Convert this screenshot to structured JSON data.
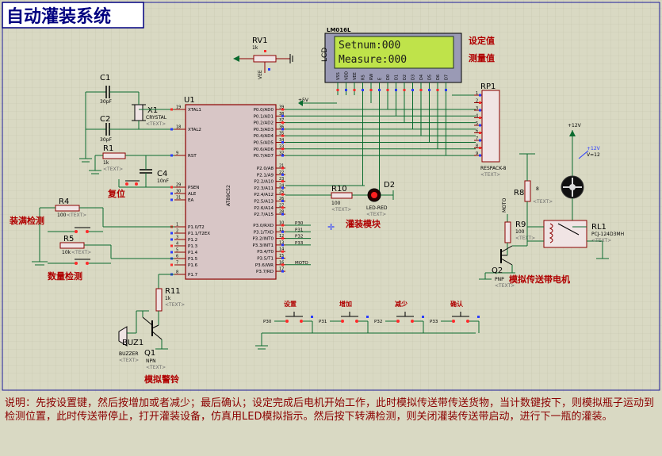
{
  "title": "自动灌装系统",
  "lcd": {
    "ref": "LCD",
    "model": "LM016L",
    "line1": "Setnum:000",
    "line2": "Measure:000",
    "pins": [
      "VSS",
      "VDD",
      "VEE",
      "RS",
      "RW",
      "E",
      "D0",
      "D1",
      "D2",
      "D3",
      "D4",
      "D5",
      "D6",
      "D7"
    ],
    "label_setpoint": "设定值",
    "label_measure": "测量值"
  },
  "rv1": {
    "ref": "RV1",
    "value": "1k",
    "net": "VEE"
  },
  "u1": {
    "ref": "U1",
    "model": "AT89C52",
    "left_pins": [
      {
        "num": "19",
        "name": "XTAL1"
      },
      {
        "num": "18",
        "name": "XTAL2"
      },
      {
        "num": "9",
        "name": "RST"
      },
      {
        "num": "29",
        "name": "PSEN"
      },
      {
        "num": "30",
        "name": "ALE"
      },
      {
        "num": "31",
        "name": "EA"
      },
      {
        "num": "1",
        "name": "P1.0/T2"
      },
      {
        "num": "2",
        "name": "P1.1/T2EX"
      },
      {
        "num": "3",
        "name": "P1.2"
      },
      {
        "num": "4",
        "name": "P1.3"
      },
      {
        "num": "5",
        "name": "P1.4"
      },
      {
        "num": "6",
        "name": "P1.5"
      },
      {
        "num": "7",
        "name": "P1.6"
      },
      {
        "num": "8",
        "name": "P1.7"
      }
    ],
    "right_pins": [
      {
        "num": "39",
        "name": "P0.0/AD0"
      },
      {
        "num": "38",
        "name": "P0.1/AD1"
      },
      {
        "num": "37",
        "name": "P0.2/AD2"
      },
      {
        "num": "36",
        "name": "P0.3/AD3"
      },
      {
        "num": "35",
        "name": "P0.4/AD4"
      },
      {
        "num": "34",
        "name": "P0.5/AD5"
      },
      {
        "num": "33",
        "name": "P0.6/AD6"
      },
      {
        "num": "32",
        "name": "P0.7/AD7"
      },
      {
        "num": "21",
        "name": "P2.0/A8"
      },
      {
        "num": "22",
        "name": "P2.1/A9"
      },
      {
        "num": "23",
        "name": "P2.2/A10"
      },
      {
        "num": "24",
        "name": "P2.3/A11"
      },
      {
        "num": "25",
        "name": "P2.4/A12"
      },
      {
        "num": "26",
        "name": "P2.5/A13"
      },
      {
        "num": "27",
        "name": "P2.6/A14"
      },
      {
        "num": "28",
        "name": "P2.7/A15"
      },
      {
        "num": "10",
        "name": "P3.0/RXD"
      },
      {
        "num": "11",
        "name": "P3.1/TXD"
      },
      {
        "num": "12",
        "name": "P3.2/INT0"
      },
      {
        "num": "13",
        "name": "P3.3/INT1"
      },
      {
        "num": "14",
        "name": "P3.4/T0"
      },
      {
        "num": "15",
        "name": "P3.5/T1"
      },
      {
        "num": "16",
        "name": "P3.6/WR"
      },
      {
        "num": "17",
        "name": "P3.7/RD"
      }
    ],
    "p3_nets": [
      "P30",
      "P31",
      "P32",
      "P33",
      "",
      "",
      "MOTO",
      ""
    ]
  },
  "parts": {
    "c1": {
      "ref": "C1",
      "value": "30pF"
    },
    "c2": {
      "ref": "C2",
      "value": "30pF"
    },
    "x1": {
      "ref": "X1",
      "value": "CRYSTAL"
    },
    "r1": {
      "ref": "R1",
      "value": "1k"
    },
    "c4": {
      "ref": "C4",
      "value": "10nF"
    },
    "reset_label": "复位",
    "r4": {
      "ref": "R4",
      "value": "100"
    },
    "r5": {
      "ref": "R5",
      "value": "10k"
    },
    "full_detect": "装满检测",
    "count_detect": "数量检测",
    "r11": {
      "ref": "R11",
      "value": "1k"
    },
    "buz1": {
      "ref": "BUZ1",
      "value": "BUZZER"
    },
    "q1": {
      "ref": "Q1",
      "value": "NPN"
    },
    "alarm_label": "模拟警铃",
    "r10": {
      "ref": "R10",
      "value": "100"
    },
    "d2": {
      "ref": "D2",
      "value": "LED-RED"
    },
    "fill_label": "灌装模块",
    "rp1": {
      "ref": "RP1",
      "value": "RESPACK-8"
    },
    "r8": {
      "ref": "R8",
      "value": "8"
    },
    "r9": {
      "ref": "R9",
      "value": "100"
    },
    "q2": {
      "ref": "Q2",
      "value": "PNP"
    },
    "rl1": {
      "ref": "RL1",
      "value": "PCJ-124D3MH"
    },
    "moto_net": "MOTO",
    "conveyor_label": "模拟传送带电机",
    "v12": "+12V",
    "v12_meter": "+12V",
    "v12_meter2": "V=12",
    "v5": "+5V",
    "text_tag": "<TEXT>"
  },
  "buttons": [
    {
      "label": "设置",
      "net": "P30"
    },
    {
      "label": "增加",
      "net": "P31"
    },
    {
      "label": "减少",
      "net": "P32"
    },
    {
      "label": "确认",
      "net": "P33"
    }
  ],
  "description": "说明：先按设置键，然后按增加或者减少；最后确认；设定完成后电机开始工作，此时模拟传送带传送货物，当计数键按下，则模拟瓶子运动到检测位置，此时传送带停止，打开灌装设备，仿真用LED模拟指示。然后按下转满检测，则关闭灌装传送带启动，进行下一瓶的灌装。",
  "colors": {
    "background": "#d9d9c3",
    "grid": "#c4c4ad",
    "wire": "#0b6b2f",
    "part": "#8b0000",
    "lcd_screen": "#bfe34a",
    "lcd_text": "#1a1a1a",
    "ic_fill": "#d8c6c6",
    "label_red": "#b00000",
    "pin_blue": "#2a3cff",
    "pin_red": "#ff2a2a"
  }
}
